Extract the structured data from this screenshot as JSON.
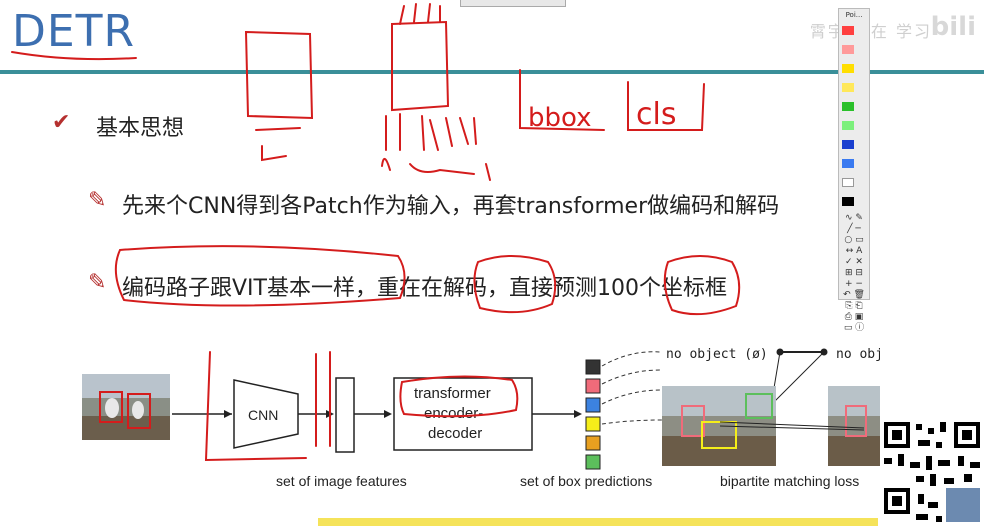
{
  "slide": {
    "title": "DETR",
    "watermark": "霄宇 正在 学习",
    "watermark_logo": "bili",
    "bullets": [
      {
        "text": "基本思想"
      },
      {
        "text": "先来个CNN得到各Patch作为输入，再套transformer做编码和解码"
      },
      {
        "text": "编码路子跟VIT基本一样，重在在解码，直接预测100个坐标框"
      }
    ]
  },
  "figure": {
    "cnn_label": "CNN",
    "transformer_lines": [
      "transformer",
      "encoder-",
      "decoder"
    ],
    "no_object_left": "no object (ø)",
    "no_object_right": "no object (ø)",
    "caption_features": "set of image features",
    "caption_box": "set of box predictions",
    "caption_matching": "bipartite matching loss",
    "box_colors": [
      "#333333",
      "#f06b7a",
      "#3c82e0",
      "#f5ee1a",
      "#e8a020",
      "#5cbf5c"
    ]
  },
  "annotations": {
    "bbox": "bbox",
    "cls": "cls"
  },
  "toolbar": {
    "title": "Poi..."
  },
  "colors": {
    "title": "#3d6fb0",
    "accent_line": "#3a8f99",
    "ink": "#d41c1c"
  }
}
